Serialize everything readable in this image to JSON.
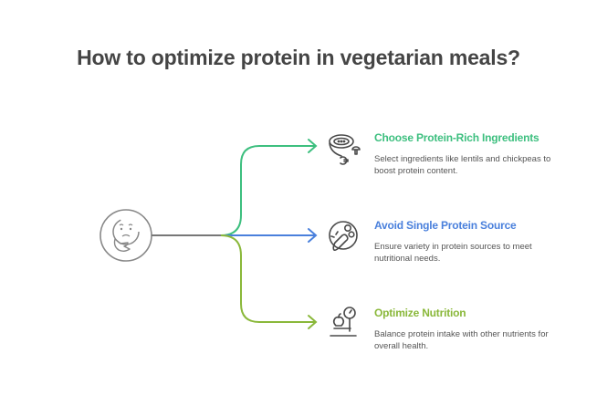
{
  "title": "How to optimize protein in vegetarian meals?",
  "center": {
    "icon": "thinking-face-icon"
  },
  "colors": {
    "trunk": "#777777",
    "green": "#3dbf7f",
    "blue": "#4a80dc",
    "lime": "#8ab83a",
    "icon_stroke": "#4a4a4a"
  },
  "items": [
    {
      "title": "Choose Protein-Rich Ingredients",
      "description": "Select ingredients like lentils and chickpeas to boost protein content.",
      "icon": "bowl-mushrooms-icon",
      "color": "#3dbf7f"
    },
    {
      "title": "Avoid Single Protein Source",
      "description": "Ensure variety in protein sources to meet nutritional needs.",
      "icon": "carrot-broccoli-icon",
      "color": "#4a80dc"
    },
    {
      "title": "Optimize Nutrition",
      "description": "Balance protein intake with other nutrients for overall health.",
      "icon": "scale-apple-icon",
      "color": "#8ab83a"
    }
  ]
}
